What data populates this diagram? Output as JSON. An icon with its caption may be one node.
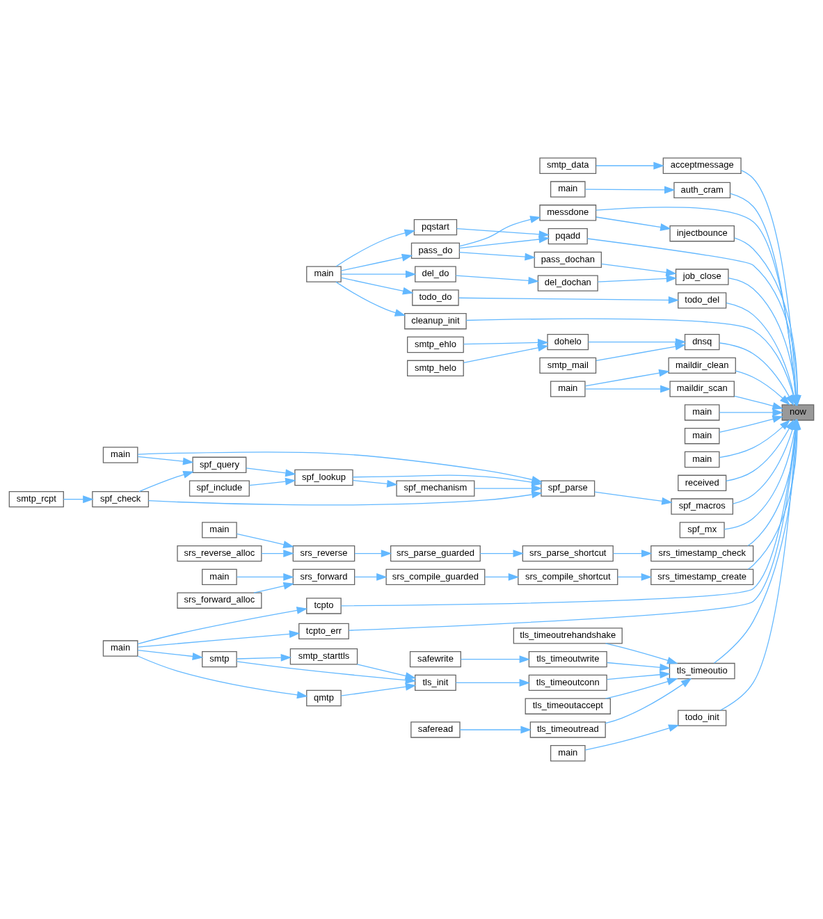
{
  "diagram": {
    "nodes": [
      {
        "text": [
          "smtp_data"
        ]
      },
      {
        "text": [
          "acceptmessage"
        ]
      },
      {
        "text": [
          "main"
        ]
      },
      {
        "text": [
          "auth_cram"
        ]
      },
      {
        "text": [
          "cleanup_init"
        ]
      },
      {
        "text": [
          "pqstart"
        ]
      },
      {
        "text": [
          "pqadd"
        ]
      },
      {
        "text": [
          "main"
        ]
      },
      {
        "text": [
          "todo_do"
        ]
      },
      {
        "text": [
          "todo_del"
        ]
      },
      {
        "text": [
          "pass_do"
        ]
      },
      {
        "text": [
          "messdone"
        ]
      },
      {
        "text": [
          "injectbounce"
        ]
      },
      {
        "text": [
          "pass_dochan"
        ]
      },
      {
        "text": [
          "del_do"
        ]
      },
      {
        "text": [
          "del_dochan"
        ]
      },
      {
        "text": [
          "job_close"
        ]
      },
      {
        "text": [
          "smtp_ehlo"
        ]
      },
      {
        "text": [
          "dohelo"
        ]
      },
      {
        "text": [
          "dnsq"
        ]
      },
      {
        "text": [
          "smtp_helo"
        ]
      },
      {
        "text": [
          "smtp_mail"
        ]
      },
      {
        "text": [
          "maildir_scan"
        ]
      },
      {
        "text": [
          "main"
        ]
      },
      {
        "text": [
          "maildir_clean"
        ]
      },
      {
        "text": [
          "main"
        ]
      },
      {
        "text": [
          "now"
        ]
      },
      {
        "text": [
          "main"
        ]
      },
      {
        "text": [
          "smtp_rcpt"
        ]
      },
      {
        "text": [
          "spf_check"
        ]
      },
      {
        "text": [
          "spf_include"
        ]
      },
      {
        "text": [
          "spf_mechanism"
        ]
      },
      {
        "text": [
          "main"
        ]
      },
      {
        "text": [
          "spf_lookup"
        ]
      },
      {
        "text": [
          "spf_query"
        ]
      },
      {
        "text": [
          "spf_parse"
        ]
      },
      {
        "text": [
          "received"
        ]
      },
      {
        "text": [
          "main"
        ]
      },
      {
        "text": [
          "spf_macros"
        ]
      },
      {
        "text": [
          "main"
        ]
      },
      {
        "text": [
          "spf_mx"
        ]
      },
      {
        "text": [
          "srs_reverse_alloc"
        ]
      },
      {
        "text": [
          "srs_reverse"
        ]
      },
      {
        "text": [
          "srs_parse_guarded"
        ]
      },
      {
        "text": [
          "srs_parse_shortcut"
        ]
      },
      {
        "text": [
          "srs_timestamp_check"
        ]
      },
      {
        "text": [
          "main"
        ]
      },
      {
        "text": [
          "srs_forward"
        ]
      },
      {
        "text": [
          "srs_compile_guarded"
        ]
      },
      {
        "text": [
          "srs_compile_shortcut"
        ]
      },
      {
        "text": [
          "srs_timestamp_create"
        ]
      },
      {
        "text": [
          "srs_forward_alloc"
        ]
      },
      {
        "text": [
          "tcpto"
        ]
      },
      {
        "text": [
          "tcpto_err"
        ]
      },
      {
        "text": [
          "smtp_starttls"
        ]
      },
      {
        "text": [
          "safewrite"
        ]
      },
      {
        "text": [
          "tls_timeoutwrite"
        ]
      },
      {
        "text": [
          "main"
        ]
      },
      {
        "text": [
          "smtp"
        ]
      },
      {
        "text": [
          "tls_init"
        ]
      },
      {
        "text": [
          "tls_timeoutconn"
        ]
      },
      {
        "text": [
          "tls_timeoutio"
        ]
      },
      {
        "text": [
          "qmtp"
        ]
      },
      {
        "text": [
          "tls_timeoutaccept"
        ]
      },
      {
        "text": [
          "saferead"
        ]
      },
      {
        "text": [
          "tls_timeoutread"
        ]
      },
      {
        "text": [
          "tls_timeoutrehandshake"
        ]
      },
      {
        "text": [
          "todo_init"
        ]
      },
      {
        "text": [
          "main"
        ]
      }
    ],
    "edges": [
      {
        "from": 0,
        "to": 1,
        "arrow": "to"
      },
      {
        "from": 1,
        "to": 26,
        "arrow": "to"
      },
      {
        "from": 2,
        "to": 3,
        "arrow": "to"
      },
      {
        "from": 3,
        "to": 26,
        "arrow": "to"
      },
      {
        "from": 7,
        "to": 4,
        "arrow": "to"
      },
      {
        "from": 4,
        "to": 26,
        "arrow": "to"
      },
      {
        "from": 7,
        "to": 5,
        "arrow": "to"
      },
      {
        "from": 5,
        "to": 6,
        "arrow": "to"
      },
      {
        "from": 6,
        "to": 26,
        "arrow": "to"
      },
      {
        "from": 7,
        "to": 8,
        "arrow": "to"
      },
      {
        "from": 8,
        "to": 9,
        "arrow": "to"
      },
      {
        "from": 9,
        "to": 26,
        "arrow": "to"
      },
      {
        "from": 7,
        "to": 10,
        "arrow": "to"
      },
      {
        "from": 10,
        "to": 6,
        "arrow": "to"
      },
      {
        "from": 10,
        "to": 11,
        "arrow": "to"
      },
      {
        "from": 11,
        "to": 12,
        "arrow": "to"
      },
      {
        "from": 12,
        "to": 26,
        "arrow": "to"
      },
      {
        "from": 11,
        "to": 26,
        "arrow": "to"
      },
      {
        "from": 10,
        "to": 13,
        "arrow": "to"
      },
      {
        "from": 13,
        "to": 16,
        "arrow": "to"
      },
      {
        "from": 7,
        "to": 14,
        "arrow": "to"
      },
      {
        "from": 14,
        "to": 15,
        "arrow": "to"
      },
      {
        "from": 15,
        "to": 16,
        "arrow": "to"
      },
      {
        "from": 16,
        "to": 26,
        "arrow": "to"
      },
      {
        "from": 17,
        "to": 18,
        "arrow": "to"
      },
      {
        "from": 20,
        "to": 18,
        "arrow": "to"
      },
      {
        "from": 18,
        "to": 19,
        "arrow": "to"
      },
      {
        "from": 21,
        "to": 19,
        "arrow": "to"
      },
      {
        "from": 19,
        "to": 26,
        "arrow": "to"
      },
      {
        "from": 23,
        "to": 22,
        "arrow": "to"
      },
      {
        "from": 22,
        "to": 26,
        "arrow": "to"
      },
      {
        "from": 23,
        "to": 24,
        "arrow": "to"
      },
      {
        "from": 24,
        "to": 26,
        "arrow": "to"
      },
      {
        "from": 25,
        "to": 26,
        "arrow": "to"
      },
      {
        "from": 27,
        "to": 26,
        "arrow": "to"
      },
      {
        "from": 32,
        "to": 26,
        "arrow": "to"
      },
      {
        "from": 36,
        "to": 26,
        "arrow": "to"
      },
      {
        "from": 28,
        "to": 29,
        "arrow": "to"
      },
      {
        "from": 29,
        "to": 35,
        "arrow": "to"
      },
      {
        "from": 29,
        "to": 34,
        "arrow": "to"
      },
      {
        "from": 30,
        "to": 33,
        "arrow": "to"
      },
      {
        "from": 34,
        "to": 33,
        "arrow": "to"
      },
      {
        "from": 33,
        "to": 31,
        "arrow": "to"
      },
      {
        "from": 33,
        "to": 35,
        "arrow": "to"
      },
      {
        "from": 31,
        "to": 35,
        "arrow": "to"
      },
      {
        "from": 37,
        "to": 34,
        "arrow": "to"
      },
      {
        "from": 37,
        "to": 35,
        "arrow": "to"
      },
      {
        "from": 35,
        "to": 38,
        "arrow": "to"
      },
      {
        "from": 38,
        "to": 26,
        "arrow": "to"
      },
      {
        "from": 40,
        "to": 26,
        "arrow": "to"
      },
      {
        "from": 39,
        "to": 42,
        "arrow": "to"
      },
      {
        "from": 41,
        "to": 42,
        "arrow": "to"
      },
      {
        "from": 42,
        "to": 43,
        "arrow": "to"
      },
      {
        "from": 43,
        "to": 44,
        "arrow": "to"
      },
      {
        "from": 44,
        "to": 45,
        "arrow": "to"
      },
      {
        "from": 45,
        "to": 26,
        "arrow": "to"
      },
      {
        "from": 46,
        "to": 47,
        "arrow": "to"
      },
      {
        "from": 51,
        "to": 47,
        "arrow": "to"
      },
      {
        "from": 47,
        "to": 48,
        "arrow": "to"
      },
      {
        "from": 48,
        "to": 49,
        "arrow": "to"
      },
      {
        "from": 49,
        "to": 50,
        "arrow": "to"
      },
      {
        "from": 50,
        "to": 26,
        "arrow": "to"
      },
      {
        "from": 57,
        "to": 52,
        "arrow": "to"
      },
      {
        "from": 52,
        "to": 26,
        "arrow": "to"
      },
      {
        "from": 57,
        "to": 53,
        "arrow": "to"
      },
      {
        "from": 53,
        "to": 26,
        "arrow": "to"
      },
      {
        "from": 57,
        "to": 58,
        "arrow": "to"
      },
      {
        "from": 57,
        "to": 62,
        "arrow": "to"
      },
      {
        "from": 58,
        "to": 54,
        "arrow": "to"
      },
      {
        "from": 54,
        "to": 59,
        "arrow": "to"
      },
      {
        "from": 58,
        "to": 59,
        "arrow": "to"
      },
      {
        "from": 62,
        "to": 59,
        "arrow": "to"
      },
      {
        "from": 55,
        "to": 56,
        "arrow": "to"
      },
      {
        "from": 59,
        "to": 60,
        "arrow": "to"
      },
      {
        "from": 64,
        "to": 65,
        "arrow": "to"
      },
      {
        "from": 56,
        "to": 61,
        "arrow": "to"
      },
      {
        "from": 60,
        "to": 61,
        "arrow": "to"
      },
      {
        "from": 63,
        "to": 61,
        "arrow": "to"
      },
      {
        "from": 65,
        "to": 61,
        "arrow": "to"
      },
      {
        "from": 66,
        "to": 61,
        "arrow": "to"
      },
      {
        "from": 61,
        "to": 26,
        "arrow": "to"
      },
      {
        "from": 68,
        "to": 67,
        "arrow": "to"
      },
      {
        "from": 67,
        "to": 26,
        "arrow": "to"
      }
    ]
  }
}
